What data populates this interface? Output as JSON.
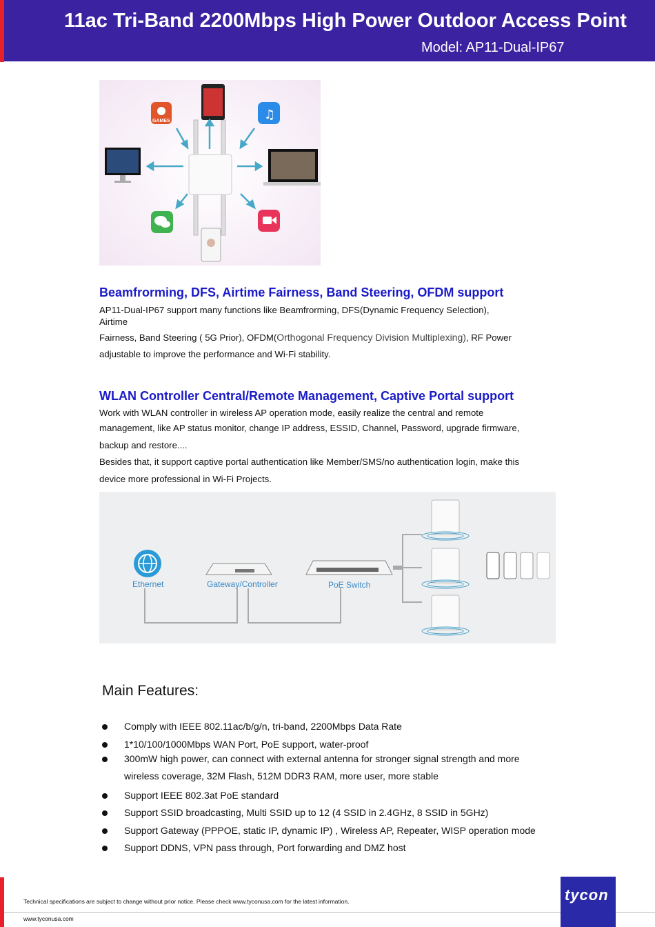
{
  "header": {
    "title": "11ac Tri-Band 2200Mbps High Power Outdoor Access Point",
    "model": "Model: AP11-Dual-IP67"
  },
  "section1": {
    "heading": "Beamfrorming, DFS, Airtime Fairness, Band Steering, OFDM support",
    "line1": "AP11-Dual-IP67 support many functions like Beamfrorming, DFS(Dynamic Frequency Selection),",
    "line2": "Airtime",
    "line3a": "Fairness, Band Steering ( 5G Prior), OFDM(",
    "line3b": "Orthogonal Frequency Division Multiplexing)",
    "line3c": ", RF Power",
    "line4": "adjustable to improve the performance and Wi-Fi stability."
  },
  "section2": {
    "heading": "WLAN Controller Central/Remote Management, Captive Portal support",
    "line1": "Work with WLAN controller in wireless AP operation mode, easily realize the central and remote",
    "line2": "management, like AP status monitor, change IP address, ESSID, Channel, Password, upgrade firmware,",
    "line3": "backup and restore....",
    "line4": "Besides that, it support captive portal authentication like Member/SMS/no authentication login, make this",
    "line5": "device more professional in Wi-Fi Projects."
  },
  "hero": {
    "games_label": "GAMES"
  },
  "diagram": {
    "ethernet": "Ethernet",
    "gateway": "Gateway/Controller",
    "poe": "PoE Switch"
  },
  "features": {
    "heading": "Main Features:",
    "items": [
      "Comply with IEEE 802.11ac/b/g/n, tri-band, 2200Mbps Data Rate",
      "1*10/100/1000Mbps WAN Port, PoE support, water-proof",
      "300mW high power, can connect with external antenna for stronger signal strength and more",
      "wireless coverage, 32M Flash, 512M DDR3 RAM, more user, more stable",
      "Support IEEE 802.3at PoE standard",
      "Support SSID broadcasting, Multi SSID up to 12 (4 SSID in 2.4GHz, 8 SSID in 5GHz)",
      "Support Gateway (PPPOE, static IP, dynamic IP) , Wireless AP, Repeater, WISP operation mode",
      "Support DDNS, VPN pass through, Port forwarding and DMZ host"
    ]
  },
  "footer": {
    "notice": "Technical specifications are subject to change without prior notice. Please check www.tyconusa.com for the latest information.",
    "url": "www.tyconusa.com",
    "logo": "tycon"
  }
}
